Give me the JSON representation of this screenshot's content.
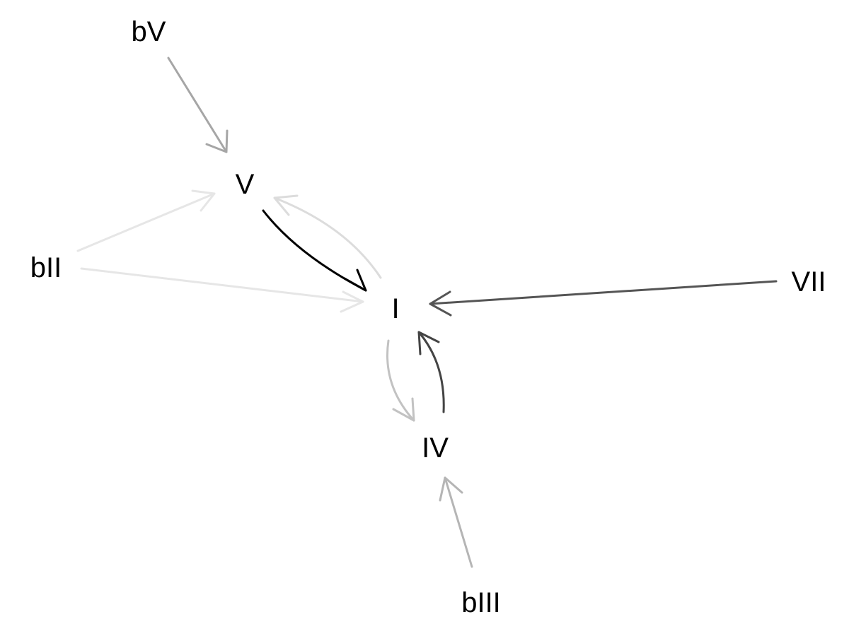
{
  "nodes": [
    {
      "id": "bV",
      "label": "bV"
    },
    {
      "id": "V",
      "label": "V"
    },
    {
      "id": "bII",
      "label": "bII"
    },
    {
      "id": "I",
      "label": "I"
    },
    {
      "id": "VII",
      "label": "VII"
    },
    {
      "id": "IV",
      "label": "IV"
    },
    {
      "id": "bIII",
      "label": "bIII"
    }
  ],
  "edges": [
    {
      "from": "bV",
      "to": "V",
      "color": "#a6a6a6"
    },
    {
      "from": "bII",
      "to": "V",
      "color": "#e6e6e6"
    },
    {
      "from": "bII",
      "to": "I",
      "color": "#e6e6e6"
    },
    {
      "from": "V",
      "to": "I",
      "color": "#000000"
    },
    {
      "from": "I",
      "to": "V",
      "color": "#dcdcdc"
    },
    {
      "from": "VII",
      "to": "I",
      "color": "#555555"
    },
    {
      "from": "I",
      "to": "IV",
      "color": "#c2c2c2"
    },
    {
      "from": "IV",
      "to": "I",
      "color": "#444444"
    },
    {
      "from": "bIII",
      "to": "IV",
      "color": "#b5b5b5"
    }
  ]
}
